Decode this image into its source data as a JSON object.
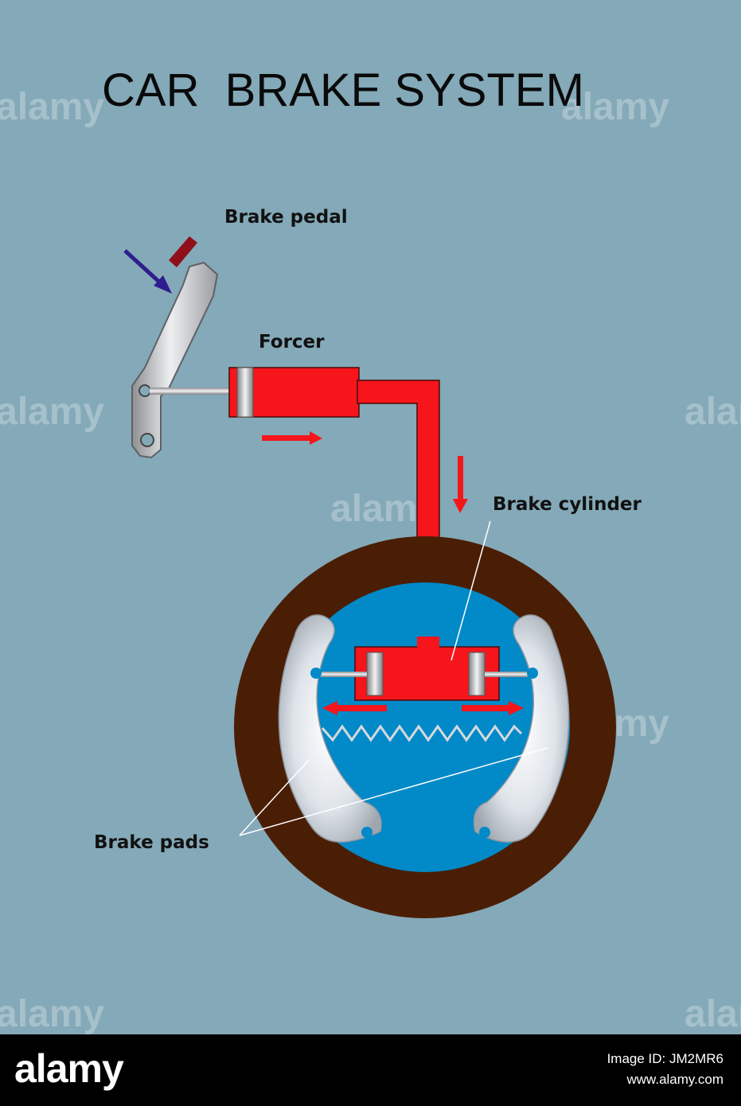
{
  "title": "CAR  BRAKE SYSTEM",
  "labels": {
    "brake_pedal": "Brake pedal",
    "forcer": "Forcer",
    "brake_cylinder": "Brake cylinder",
    "brake_pads": "Brake pads"
  },
  "watermark": "alamy",
  "footer": {
    "logo": "alamy",
    "image_id": "Image ID: JM2MR6",
    "site": "www.alamy.com"
  },
  "colors": {
    "background": "#84a9b8",
    "fluid": "#f5151b",
    "drum": "#4a1e05",
    "drum_inner": "#0189c8",
    "pedal_force_arrow": "#2e1d8f",
    "pedal_pad": "#8f101a",
    "metal": "#c9ccd0"
  },
  "icons": [
    "down-arrow-icon",
    "right-arrow-icon",
    "left-arrow-icon",
    "spring-icon"
  ]
}
